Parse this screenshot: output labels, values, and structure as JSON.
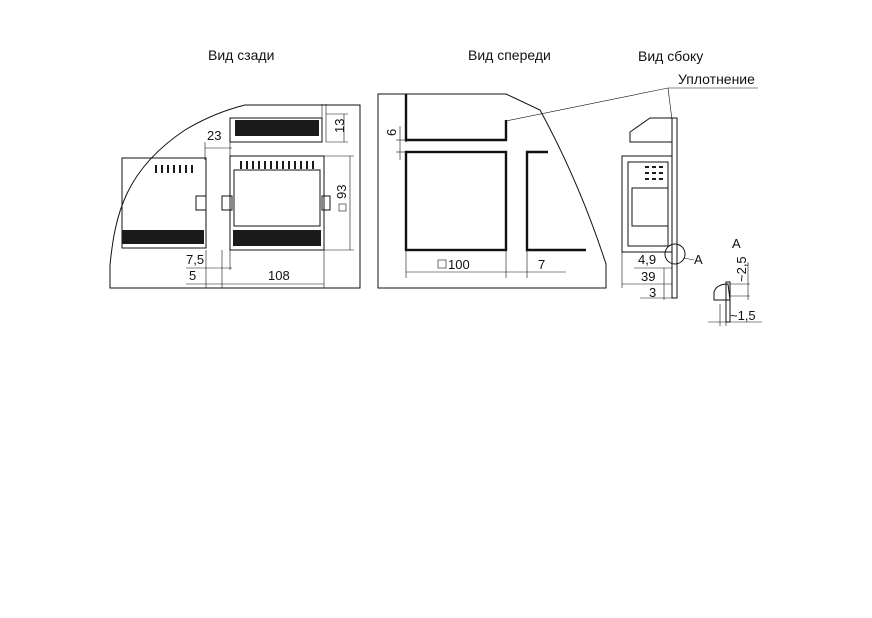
{
  "views": {
    "rear": "Вид сзади",
    "front": "Вид спереди",
    "side": "Вид сбоку"
  },
  "callouts": {
    "seal": "Уплотнение",
    "detail_marker": "A",
    "detail_title": "A"
  },
  "dimensions": {
    "rear_gap_23": "23",
    "rear_height_13": "13",
    "rear_square_93": "93",
    "rear_7_5": "7,5",
    "rear_5": "5",
    "rear_108": "108",
    "front_6": "6",
    "front_square_100": "100",
    "front_7": "7",
    "side_4_9": "4,9",
    "side_39": "39",
    "side_3": "3",
    "detail_2_5": "~2,5",
    "detail_1_5": "~1,5"
  }
}
